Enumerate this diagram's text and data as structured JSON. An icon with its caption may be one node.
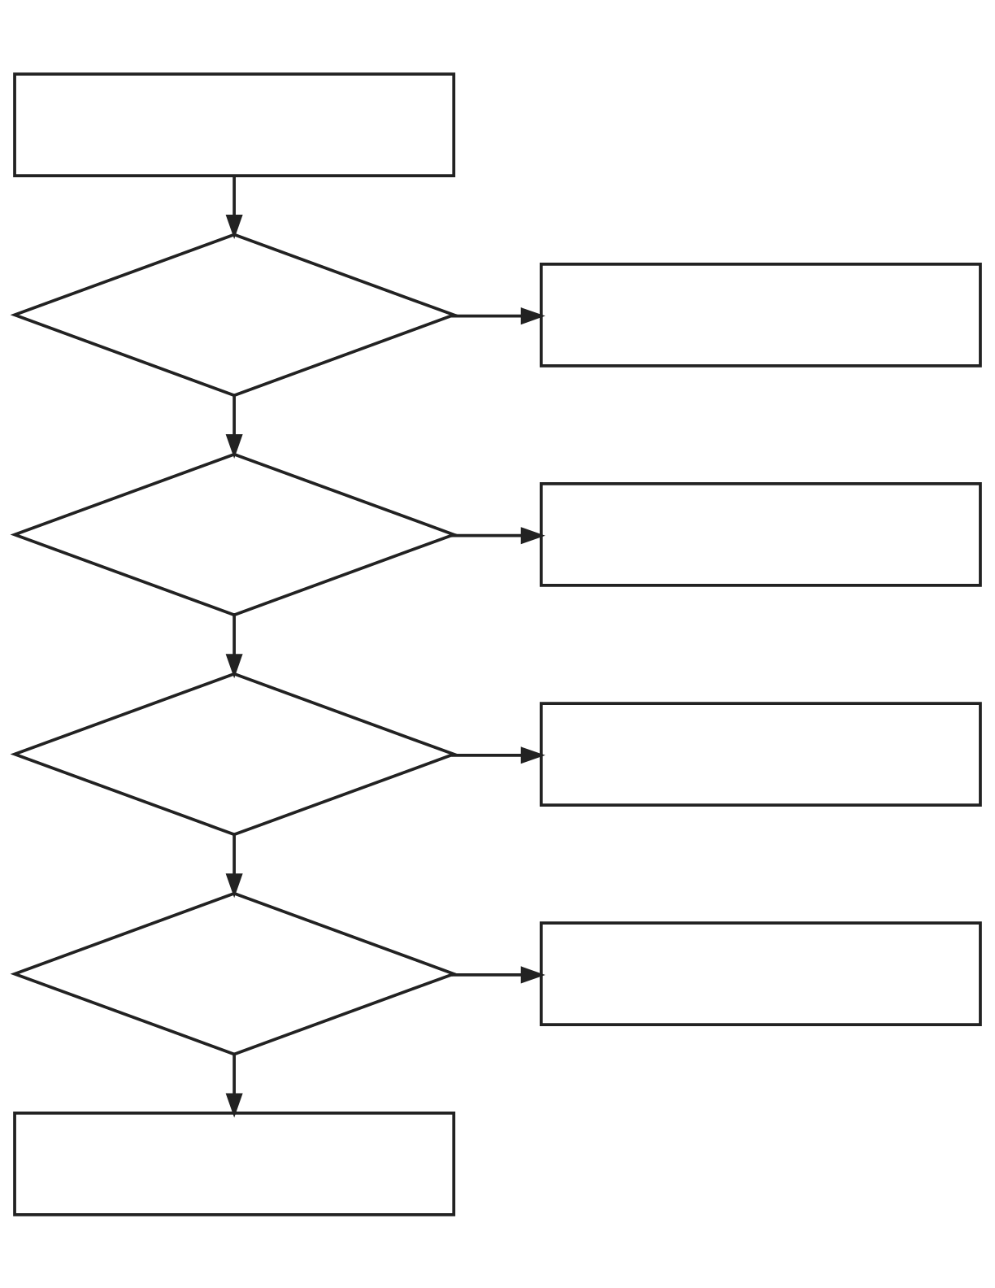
{
  "diagram": {
    "nodes": [
      {
        "text": [],
        "shape": "box"
      },
      {
        "text": [],
        "shape": "diamond"
      },
      {
        "text": [],
        "shape": "box"
      },
      {
        "text": [],
        "shape": "diamond"
      },
      {
        "text": [],
        "shape": "box"
      },
      {
        "text": [],
        "shape": "diamond"
      },
      {
        "text": [],
        "shape": "box"
      },
      {
        "text": [],
        "shape": "diamond"
      },
      {
        "text": [],
        "shape": "box"
      },
      {
        "text": [],
        "shape": "box"
      }
    ],
    "edges": [
      {
        "from": 0,
        "to": 1,
        "arrow": "to"
      },
      {
        "from": 1,
        "to": 2,
        "arrow": "to"
      },
      {
        "from": 1,
        "to": 3,
        "arrow": "to"
      },
      {
        "from": 3,
        "to": 4,
        "arrow": "to"
      },
      {
        "from": 3,
        "to": 5,
        "arrow": "to"
      },
      {
        "from": 5,
        "to": 6,
        "arrow": "to"
      },
      {
        "from": 5,
        "to": 7,
        "arrow": "to"
      },
      {
        "from": 7,
        "to": 8,
        "arrow": "to"
      },
      {
        "from": 7,
        "to": 9,
        "arrow": "to"
      }
    ]
  }
}
